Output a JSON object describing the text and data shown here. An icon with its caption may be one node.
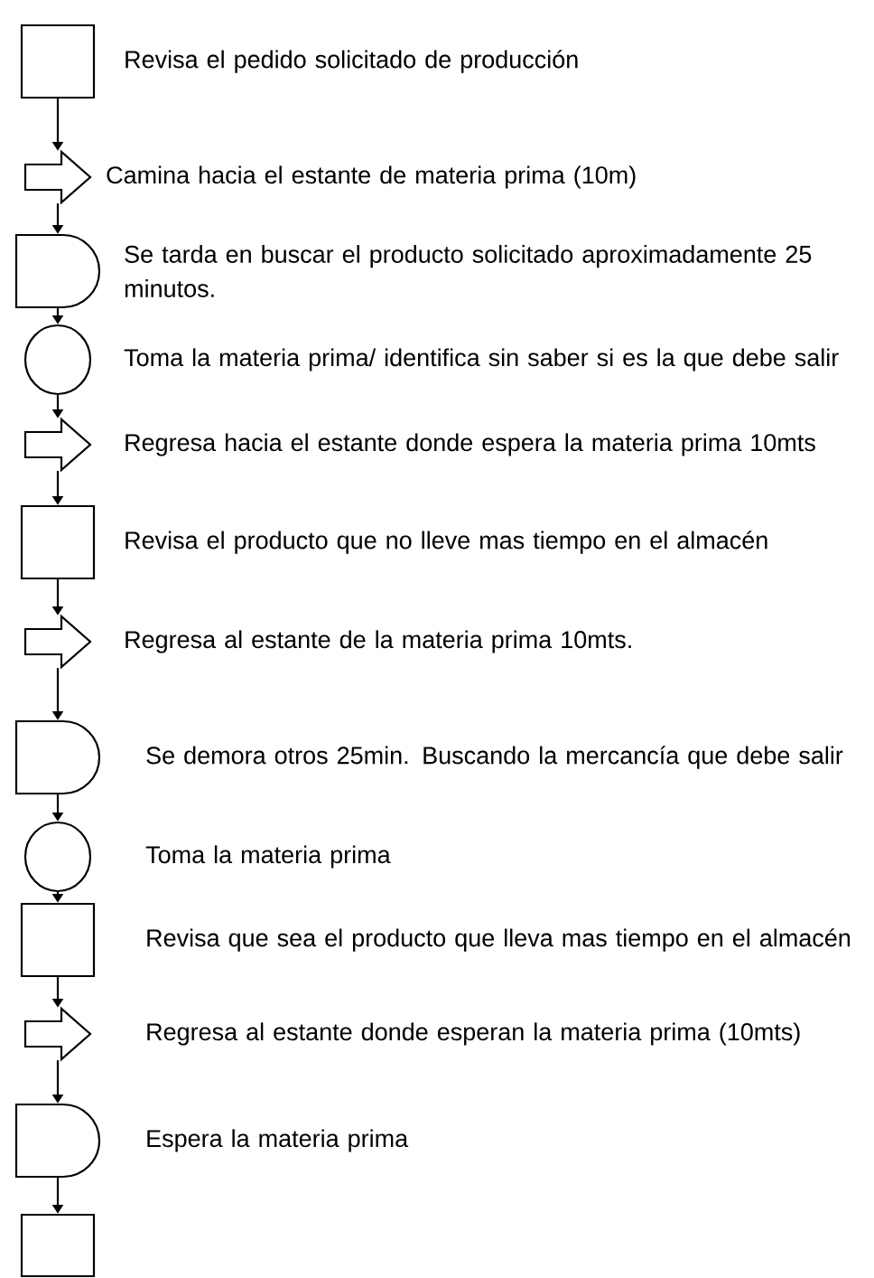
{
  "diagram": {
    "nodes": [
      {
        "text": [],
        "shape": "box",
        "beside": [
          "Revisa el pedido solicitado de producción"
        ]
      },
      {
        "text": [],
        "shape": "arrow",
        "beside": [
          "Camina hacia el estante de materia prima (10m)"
        ]
      },
      {
        "text": [],
        "shape": "d-shape",
        "beside": [
          "Se tarda en buscar el producto solicitado aproximadamente 25 minutos."
        ]
      },
      {
        "text": [],
        "shape": "circle",
        "beside": [
          "Toma la materia prima/ identifica sin saber si es la que debe salir"
        ]
      },
      {
        "text": [],
        "shape": "arrow",
        "beside": [
          "Regresa hacia el estante donde espera la materia prima 10mts"
        ]
      },
      {
        "text": [],
        "shape": "box",
        "beside": [
          "Revisa el producto que no lleve mas tiempo en el almacén"
        ]
      },
      {
        "text": [],
        "shape": "arrow",
        "beside": [
          "Regresa al estante de la materia prima 10mts."
        ]
      },
      {
        "text": [],
        "shape": "d-shape",
        "beside": [
          "Se demora otros 25min. Buscando la mercancía que debe salir"
        ]
      },
      {
        "text": [],
        "shape": "circle",
        "beside": [
          "Toma la materia prima"
        ]
      },
      {
        "text": [],
        "shape": "box",
        "beside": [
          "Revisa que sea el producto que lleva mas tiempo en el almacén"
        ]
      },
      {
        "text": [],
        "shape": "arrow",
        "beside": [
          "Regresa al estante donde esperan la materia prima (10mts)"
        ]
      },
      {
        "text": [],
        "shape": "d-shape",
        "beside": [
          "Espera la materia prima"
        ]
      },
      {
        "text": [],
        "shape": "box"
      }
    ],
    "edges": [
      {
        "from": 0,
        "to": 1,
        "arrow": "to"
      },
      {
        "from": 1,
        "to": 2,
        "arrow": "to"
      },
      {
        "from": 2,
        "to": 3,
        "arrow": "to"
      },
      {
        "from": 3,
        "to": 4,
        "arrow": "to"
      },
      {
        "from": 4,
        "to": 5,
        "arrow": "to"
      },
      {
        "from": 5,
        "to": 6,
        "arrow": "to"
      },
      {
        "from": 6,
        "to": 7,
        "arrow": "to"
      },
      {
        "from": 7,
        "to": 8,
        "arrow": "to"
      },
      {
        "from": 8,
        "to": 9,
        "arrow": "to"
      },
      {
        "from": 9,
        "to": 10,
        "arrow": "to"
      },
      {
        "from": 10,
        "to": 11,
        "arrow": "to"
      },
      {
        "from": 11,
        "to": 12,
        "arrow": "to"
      }
    ]
  }
}
